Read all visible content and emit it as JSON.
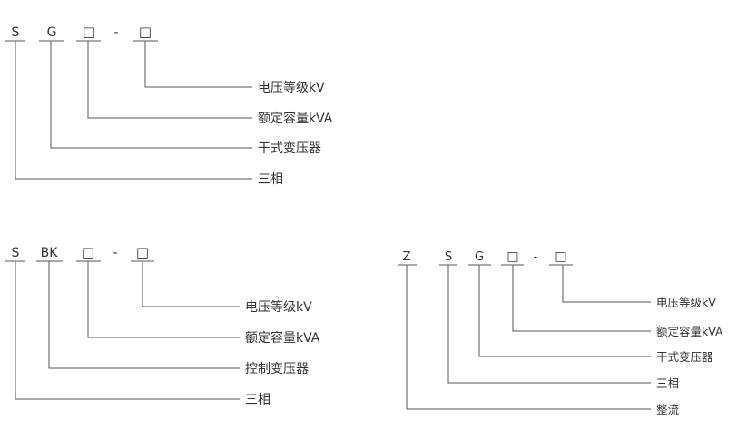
{
  "diagrams": [
    {
      "id": "sg",
      "codes": [
        "S",
        "G",
        "□",
        "-",
        "□"
      ],
      "labels": [
        "电压等级kV",
        "额定容量kVA",
        "干式变压器",
        "三相"
      ]
    },
    {
      "id": "sbk",
      "codes": [
        "S",
        "BK",
        "□",
        "-",
        "□"
      ],
      "labels": [
        "电压等级kV",
        "额定容量kVA",
        "控制变压器",
        "三相"
      ]
    },
    {
      "id": "zsg",
      "codes": [
        "Z",
        "S",
        "G",
        "□",
        "-",
        "□"
      ],
      "labels": [
        "电压等级kV",
        "额定容量kVA",
        "干式变压器",
        "三相",
        "整流"
      ]
    }
  ],
  "colors": {
    "line": "#555555",
    "text": "#333333"
  }
}
